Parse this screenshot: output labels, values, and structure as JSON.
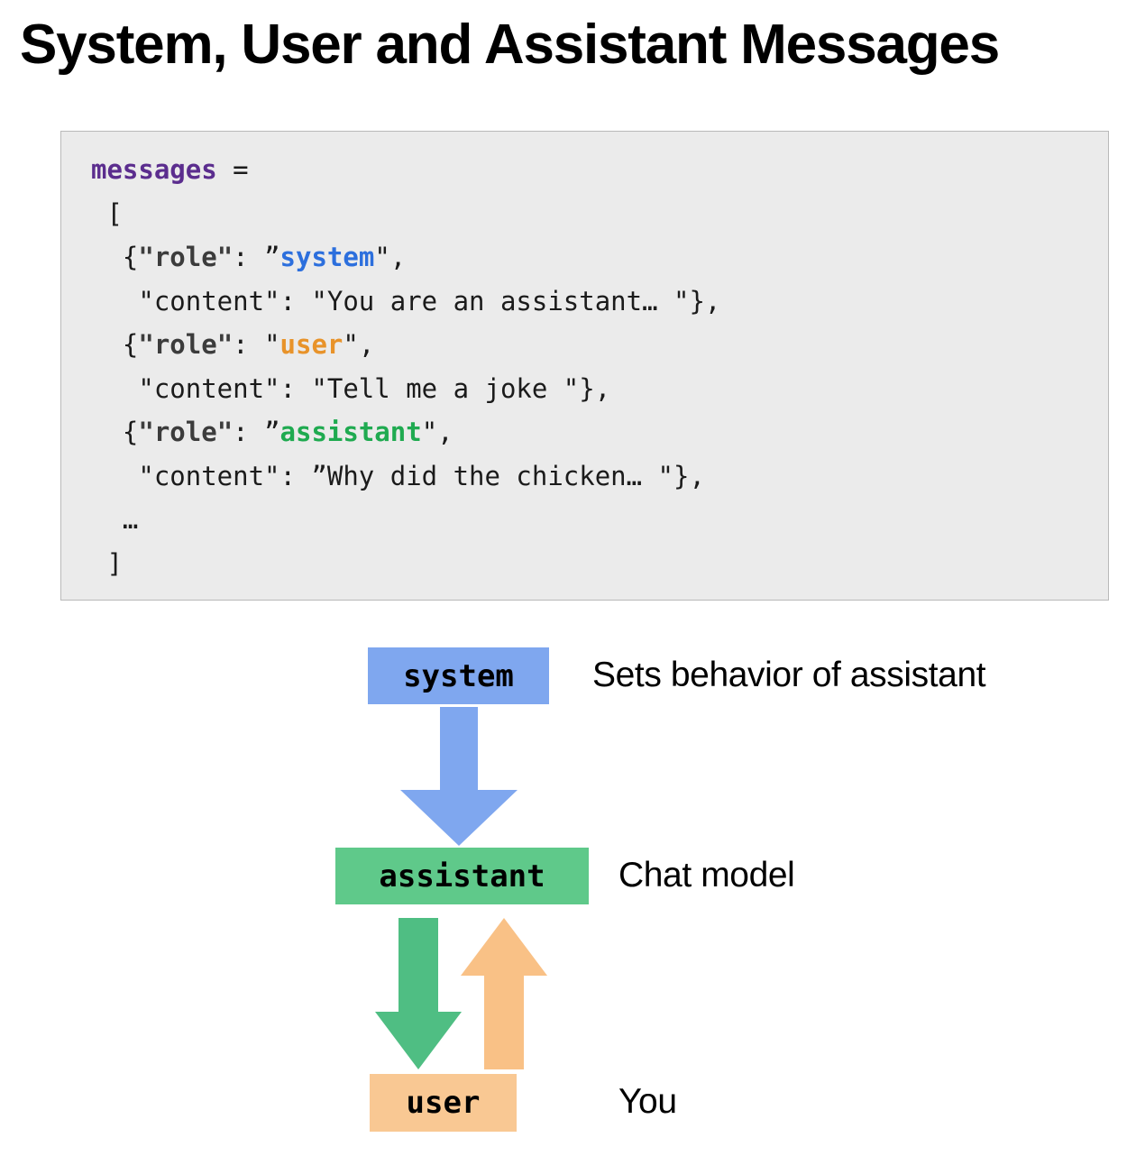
{
  "title": "System, User and Assistant Messages",
  "code_block": {
    "language": "python",
    "background_color": "#ebebeb",
    "border_color": "#b9b9b9",
    "lines": [
      {
        "id": "line-assign",
        "segments": [
          {
            "text": "messages",
            "style": "var"
          },
          {
            "text": " =",
            "style": "plain"
          }
        ]
      },
      {
        "id": "line-open-bracket",
        "segments": [
          {
            "text": " [",
            "style": "plain"
          }
        ]
      },
      {
        "id": "line-role-system",
        "segments": [
          {
            "text": "  {",
            "style": "plain"
          },
          {
            "text": "\"role\"",
            "style": "key"
          },
          {
            "text": ": ",
            "style": "plain"
          },
          {
            "text": "”",
            "style": "plain"
          },
          {
            "text": "system",
            "style": "system"
          },
          {
            "text": "\",",
            "style": "plain"
          }
        ]
      },
      {
        "id": "line-content-system",
        "segments": [
          {
            "text": "   \"content\": \"You are an assistant… \"},",
            "style": "plain"
          }
        ]
      },
      {
        "id": "line-role-user",
        "segments": [
          {
            "text": "  {",
            "style": "plain"
          },
          {
            "text": "\"role\"",
            "style": "key"
          },
          {
            "text": ": \"",
            "style": "plain"
          },
          {
            "text": "user",
            "style": "user"
          },
          {
            "text": "\",",
            "style": "plain"
          }
        ]
      },
      {
        "id": "line-content-user",
        "segments": [
          {
            "text": "   \"content\": \"Tell me a joke \"},",
            "style": "plain"
          }
        ]
      },
      {
        "id": "line-role-assistant",
        "segments": [
          {
            "text": "  {",
            "style": "plain"
          },
          {
            "text": "\"role\"",
            "style": "key"
          },
          {
            "text": ": ",
            "style": "plain"
          },
          {
            "text": "”",
            "style": "plain"
          },
          {
            "text": "assistant",
            "style": "assistant"
          },
          {
            "text": "\",",
            "style": "plain"
          }
        ]
      },
      {
        "id": "line-content-assistant",
        "segments": [
          {
            "text": "   \"content\": ”Why did the chicken… \"},",
            "style": "plain"
          }
        ]
      },
      {
        "id": "line-ellipsis",
        "segments": [
          {
            "text": "  …",
            "style": "plain"
          }
        ]
      },
      {
        "id": "line-close-bracket",
        "segments": [
          {
            "text": " ]",
            "style": "plain"
          }
        ]
      }
    ]
  },
  "diagram": {
    "nodes": [
      {
        "id": "system",
        "box_label": "system",
        "description": "Sets behavior of assistant",
        "fill": "#7fa7ef"
      },
      {
        "id": "assistant",
        "box_label": "assistant",
        "description": "Chat model",
        "fill": "#5fc98a"
      },
      {
        "id": "user",
        "box_label": "user",
        "description": "You",
        "fill": "#f9c893"
      }
    ],
    "arrows": [
      {
        "id": "system-to-assistant",
        "direction": "down",
        "color": "#7fa7ef"
      },
      {
        "id": "assistant-to-user",
        "direction": "down",
        "color": "#4fbe83"
      },
      {
        "id": "user-to-assistant",
        "direction": "up",
        "color": "#f9c186"
      }
    ]
  },
  "colors": {
    "keyword_system": "#2c6fdd",
    "keyword_user": "#e8932a",
    "keyword_assistant": "#1faa50",
    "keyword_variable": "#5b2d8e",
    "keyword_key": "#3c3c3c"
  }
}
